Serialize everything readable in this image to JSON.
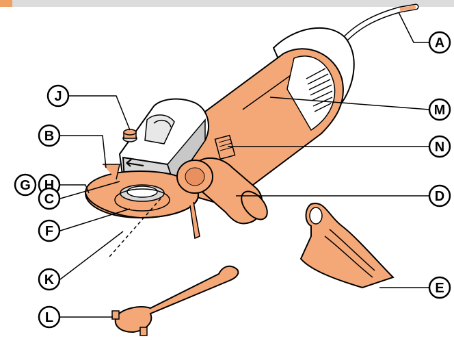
{
  "colors": {
    "body": "#f4a878",
    "bodyDark": "#e89060",
    "grey": "#d8d8d8",
    "stroke": "#000000",
    "topbar": "#dcdcdc",
    "accent": "#f0a060"
  },
  "labels": {
    "A": "A",
    "B": "B",
    "C": "C",
    "D": "D",
    "E": "E",
    "F": "F",
    "G": "G",
    "H": "H",
    "J": "J",
    "K": "K",
    "L": "L",
    "M": "M",
    "N": "N"
  }
}
